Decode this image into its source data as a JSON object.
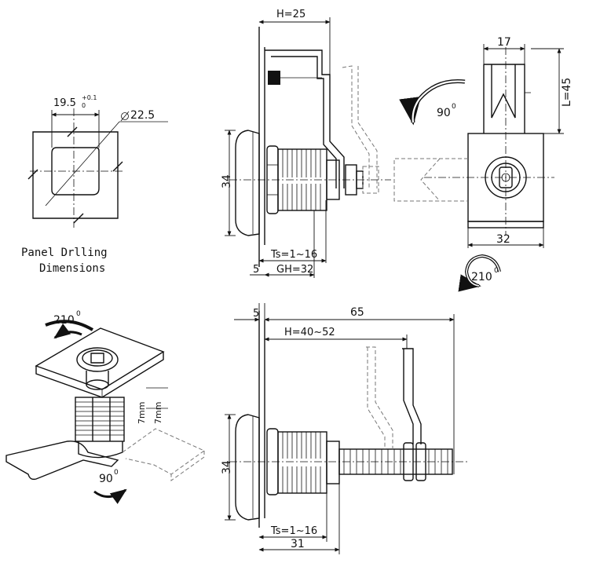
{
  "panel_drilling": {
    "width_label": "19.5",
    "width_tol_upper": "+0.1",
    "width_tol_lower": "0",
    "diameter_label": "22.5",
    "caption_line1": "Panel Drlling",
    "caption_line2": "Dimensions"
  },
  "side_view_top": {
    "h_label": "H=25",
    "height_label": "34",
    "ts_label": "Ts=1~16",
    "gh_label": "GH=32",
    "offset_label": "5"
  },
  "front_view": {
    "width_top_label": "17",
    "length_label": "L=45",
    "width_bottom_label": "32",
    "rotation_top_label": "90",
    "rotation_bottom_label": "210"
  },
  "iso_view": {
    "rotation_top_label": "210",
    "rotation_bottom_label": "90",
    "offset_label_1": "7mm",
    "offset_label_2": "7mm"
  },
  "side_view_bottom": {
    "offset_label": "5",
    "total_label": "65",
    "h_label": "H=40~52",
    "height_label": "34",
    "ts_label": "Ts=1~16",
    "length_label": "31"
  },
  "degree_symbol": "0"
}
